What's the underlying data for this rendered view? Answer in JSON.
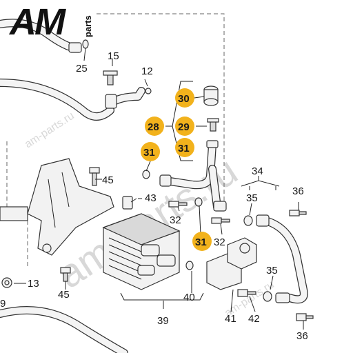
{
  "logo": {
    "brand": "AM",
    "sub": "parts"
  },
  "watermarks": {
    "main": "am-parts.ru",
    "small": "am-parts.ru"
  },
  "colors": {
    "highlight": "#f2b21c",
    "line": "#222222",
    "part_fill": "#f2f2f2"
  },
  "callouts": {
    "c25": "25",
    "c15": "15",
    "c12": "12",
    "c30": "30",
    "c28": "28",
    "c29": "29",
    "c31a": "31",
    "c31b": "31",
    "c31c": "31",
    "c45a": "45",
    "c43": "43",
    "c32a": "32",
    "c32b": "32",
    "c34": "34",
    "c35a": "35",
    "c36a": "36",
    "c13": "13",
    "c45b": "45",
    "c9": "9",
    "c40": "40",
    "c39": "39",
    "c41": "41",
    "c42": "42",
    "c35b": "35",
    "c36b": "36"
  }
}
